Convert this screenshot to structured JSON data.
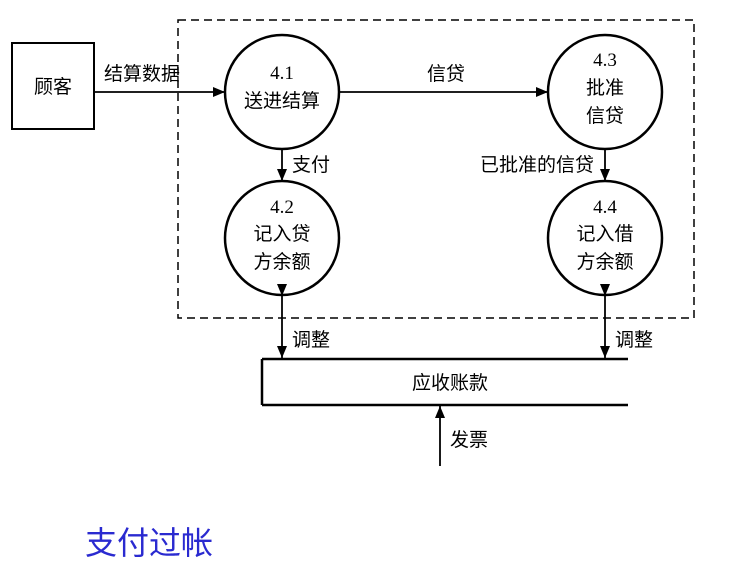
{
  "external_entity": {
    "label": "顾客"
  },
  "processes": [
    {
      "id": "4.1",
      "lines": [
        "送进结算"
      ]
    },
    {
      "id": "4.2",
      "lines": [
        "记入贷",
        "方余额"
      ]
    },
    {
      "id": "4.3",
      "lines": [
        "批准",
        "信贷"
      ]
    },
    {
      "id": "4.4",
      "lines": [
        "记入借",
        "方余额"
      ]
    }
  ],
  "data_store": {
    "label": "应收账款"
  },
  "flows": {
    "settlement_data": "结算数据",
    "credit": "信贷",
    "payment": "支付",
    "approved_credit": "已批准的信贷",
    "adjust_left": "调整",
    "adjust_right": "调整",
    "invoice": "发票"
  },
  "caption": "支付过帐",
  "colors": {
    "caption": "#2a2ad0",
    "line": "#000000"
  }
}
